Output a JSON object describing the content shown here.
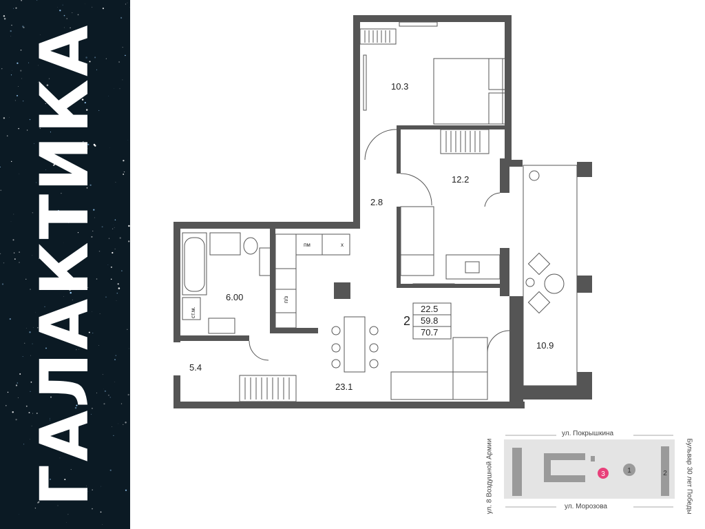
{
  "brand": {
    "name": "ГАЛАКТИКА",
    "background": "#0b1a24"
  },
  "plan": {
    "rooms": [
      {
        "id": "bedroom",
        "area": "10.3"
      },
      {
        "id": "bedroom2",
        "area": "12.2"
      },
      {
        "id": "corridor",
        "area": "2.8"
      },
      {
        "id": "bathroom",
        "area": "6.00"
      },
      {
        "id": "hall",
        "area": "5.4"
      },
      {
        "id": "living",
        "area": "23.1"
      },
      {
        "id": "loggia",
        "area": "10.9"
      }
    ],
    "appliances": {
      "dishwasher": "пм",
      "fridge": "х",
      "washer": "ст.м.",
      "boiler": "п/з"
    },
    "summary": {
      "room_count": "2",
      "living_area": "22.5",
      "total_area": "59.8",
      "full_area": "70.7"
    },
    "wall_color": "#555555"
  },
  "minimap": {
    "street_top": "ул. Покрышкина",
    "street_bottom": "ул. Морозова",
    "street_left": "ул. 8 Воздушной Армии",
    "street_right": "Бульвар 30 лет Победы",
    "buildings": [
      "1",
      "2",
      "3"
    ],
    "highlight_color": "#e8407a"
  }
}
